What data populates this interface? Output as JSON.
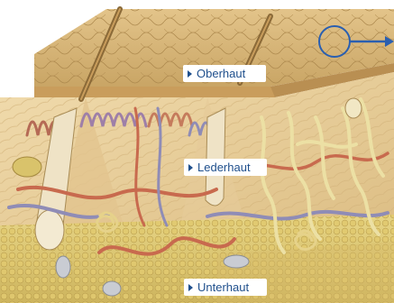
{
  "labels": {
    "oberhaut": "Oberhaut",
    "lederhaut": "Lederhaut",
    "unterhaut": "Unterhaut"
  },
  "colors": {
    "label_text": "#1f4f8c",
    "pointer": "#2a5fb0",
    "skin_surface": "#d8b678",
    "dermis": "#e9cf97",
    "fat": "#e8d27a",
    "vessel": "#c86a4e"
  }
}
